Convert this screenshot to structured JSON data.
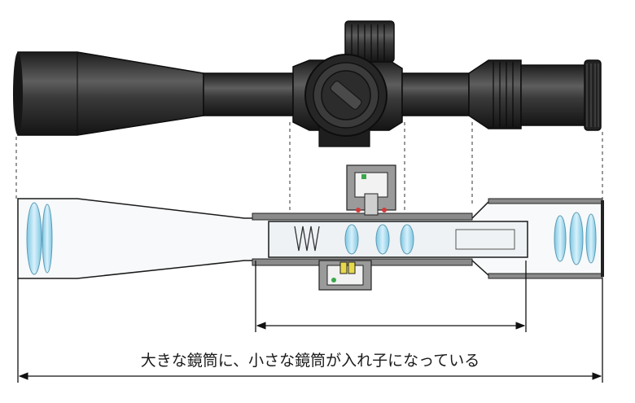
{
  "caption": "大きな鏡筒に、小さな鏡筒が入れ子になっている",
  "colors": {
    "scope_body": "#2a2a2a",
    "scope_highlight": "#6b6b6b",
    "lens_glass": "#a9dcef",
    "inner_tube": "#eef2f4",
    "section_hatch": "#7d7d7d",
    "accent_red": "#d23a3a",
    "accent_yellow": "#e8d94a",
    "accent_green": "#3aa84a",
    "line": "#111111"
  },
  "parts": {
    "exterior_view": "riflescope-exterior",
    "cutaway_view": "riflescope-cross-section",
    "outer_tube": "large-tube",
    "inner_tube": "small-tube"
  }
}
